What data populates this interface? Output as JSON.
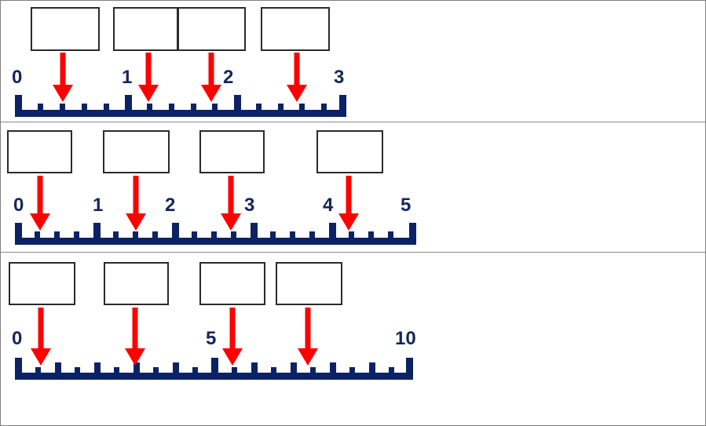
{
  "worksheet": {
    "title": "Number line fractions worksheet",
    "colors": {
      "line": "#0b2265",
      "label": "#14265c",
      "arrow": "#fe0000",
      "box_border": "#2b2b2b",
      "row_divider": "#8a8a8a",
      "page_border": "#808080",
      "background": "#ffffff"
    },
    "rows": [
      {
        "id": "row-1",
        "name": "number-line-thirds-fifths",
        "line": {
          "min": 0,
          "max": 3,
          "major_step": 1,
          "minor_divisions": 5,
          "labels": [
            {
              "text": "0",
              "value": 0
            },
            {
              "text": "1",
              "value": 1
            },
            {
              "text": "2",
              "value": 2
            },
            {
              "text": "3",
              "value": 3
            }
          ]
        },
        "arrows": [
          {
            "name": "arrow-1",
            "value": 0.4
          },
          {
            "name": "arrow-2",
            "value": 1.2
          },
          {
            "name": "arrow-3",
            "value": 1.8
          },
          {
            "name": "arrow-4",
            "value": 2.6
          }
        ],
        "answer_boxes": [
          {
            "name": "answer-box-1",
            "value": ""
          },
          {
            "name": "answer-box-2",
            "value": ""
          },
          {
            "name": "answer-box-3",
            "value": ""
          },
          {
            "name": "answer-box-4",
            "value": ""
          }
        ]
      },
      {
        "id": "row-2",
        "name": "number-line-quarters",
        "line": {
          "min": 0,
          "max": 5,
          "major_step": 1,
          "minor_divisions": 4,
          "labels": [
            {
              "text": "0",
              "value": 0
            },
            {
              "text": "1",
              "value": 1
            },
            {
              "text": "2",
              "value": 2
            },
            {
              "text": "3",
              "value": 3
            },
            {
              "text": "4",
              "value": 4
            },
            {
              "text": "5",
              "value": 5
            }
          ]
        },
        "arrows": [
          {
            "name": "arrow-1",
            "value": 0.25
          },
          {
            "name": "arrow-2",
            "value": 1.5
          },
          {
            "name": "arrow-3",
            "value": 2.75
          },
          {
            "name": "arrow-4",
            "value": 4.25
          }
        ],
        "answer_boxes": [
          {
            "name": "answer-box-1",
            "value": ""
          },
          {
            "name": "answer-box-2",
            "value": ""
          },
          {
            "name": "answer-box-3",
            "value": ""
          },
          {
            "name": "answer-box-4",
            "value": ""
          }
        ]
      },
      {
        "id": "row-3",
        "name": "number-line-halves",
        "line": {
          "min": 0,
          "max": 10,
          "major_step": 5,
          "minor_divisions": 2,
          "labels": [
            {
              "text": "0",
              "value": 0
            },
            {
              "text": "5",
              "value": 5
            },
            {
              "text": "10",
              "value": 10
            }
          ]
        },
        "arrows": [
          {
            "name": "arrow-1",
            "value": 0.6
          },
          {
            "name": "arrow-2",
            "value": 3.0
          },
          {
            "name": "arrow-3",
            "value": 5.5
          },
          {
            "name": "arrow-4",
            "value": 7.5
          }
        ],
        "answer_boxes": [
          {
            "name": "answer-box-1",
            "value": ""
          },
          {
            "name": "answer-box-2",
            "value": ""
          },
          {
            "name": "answer-box-3",
            "value": ""
          },
          {
            "name": "answer-box-4",
            "value": ""
          }
        ]
      }
    ]
  }
}
